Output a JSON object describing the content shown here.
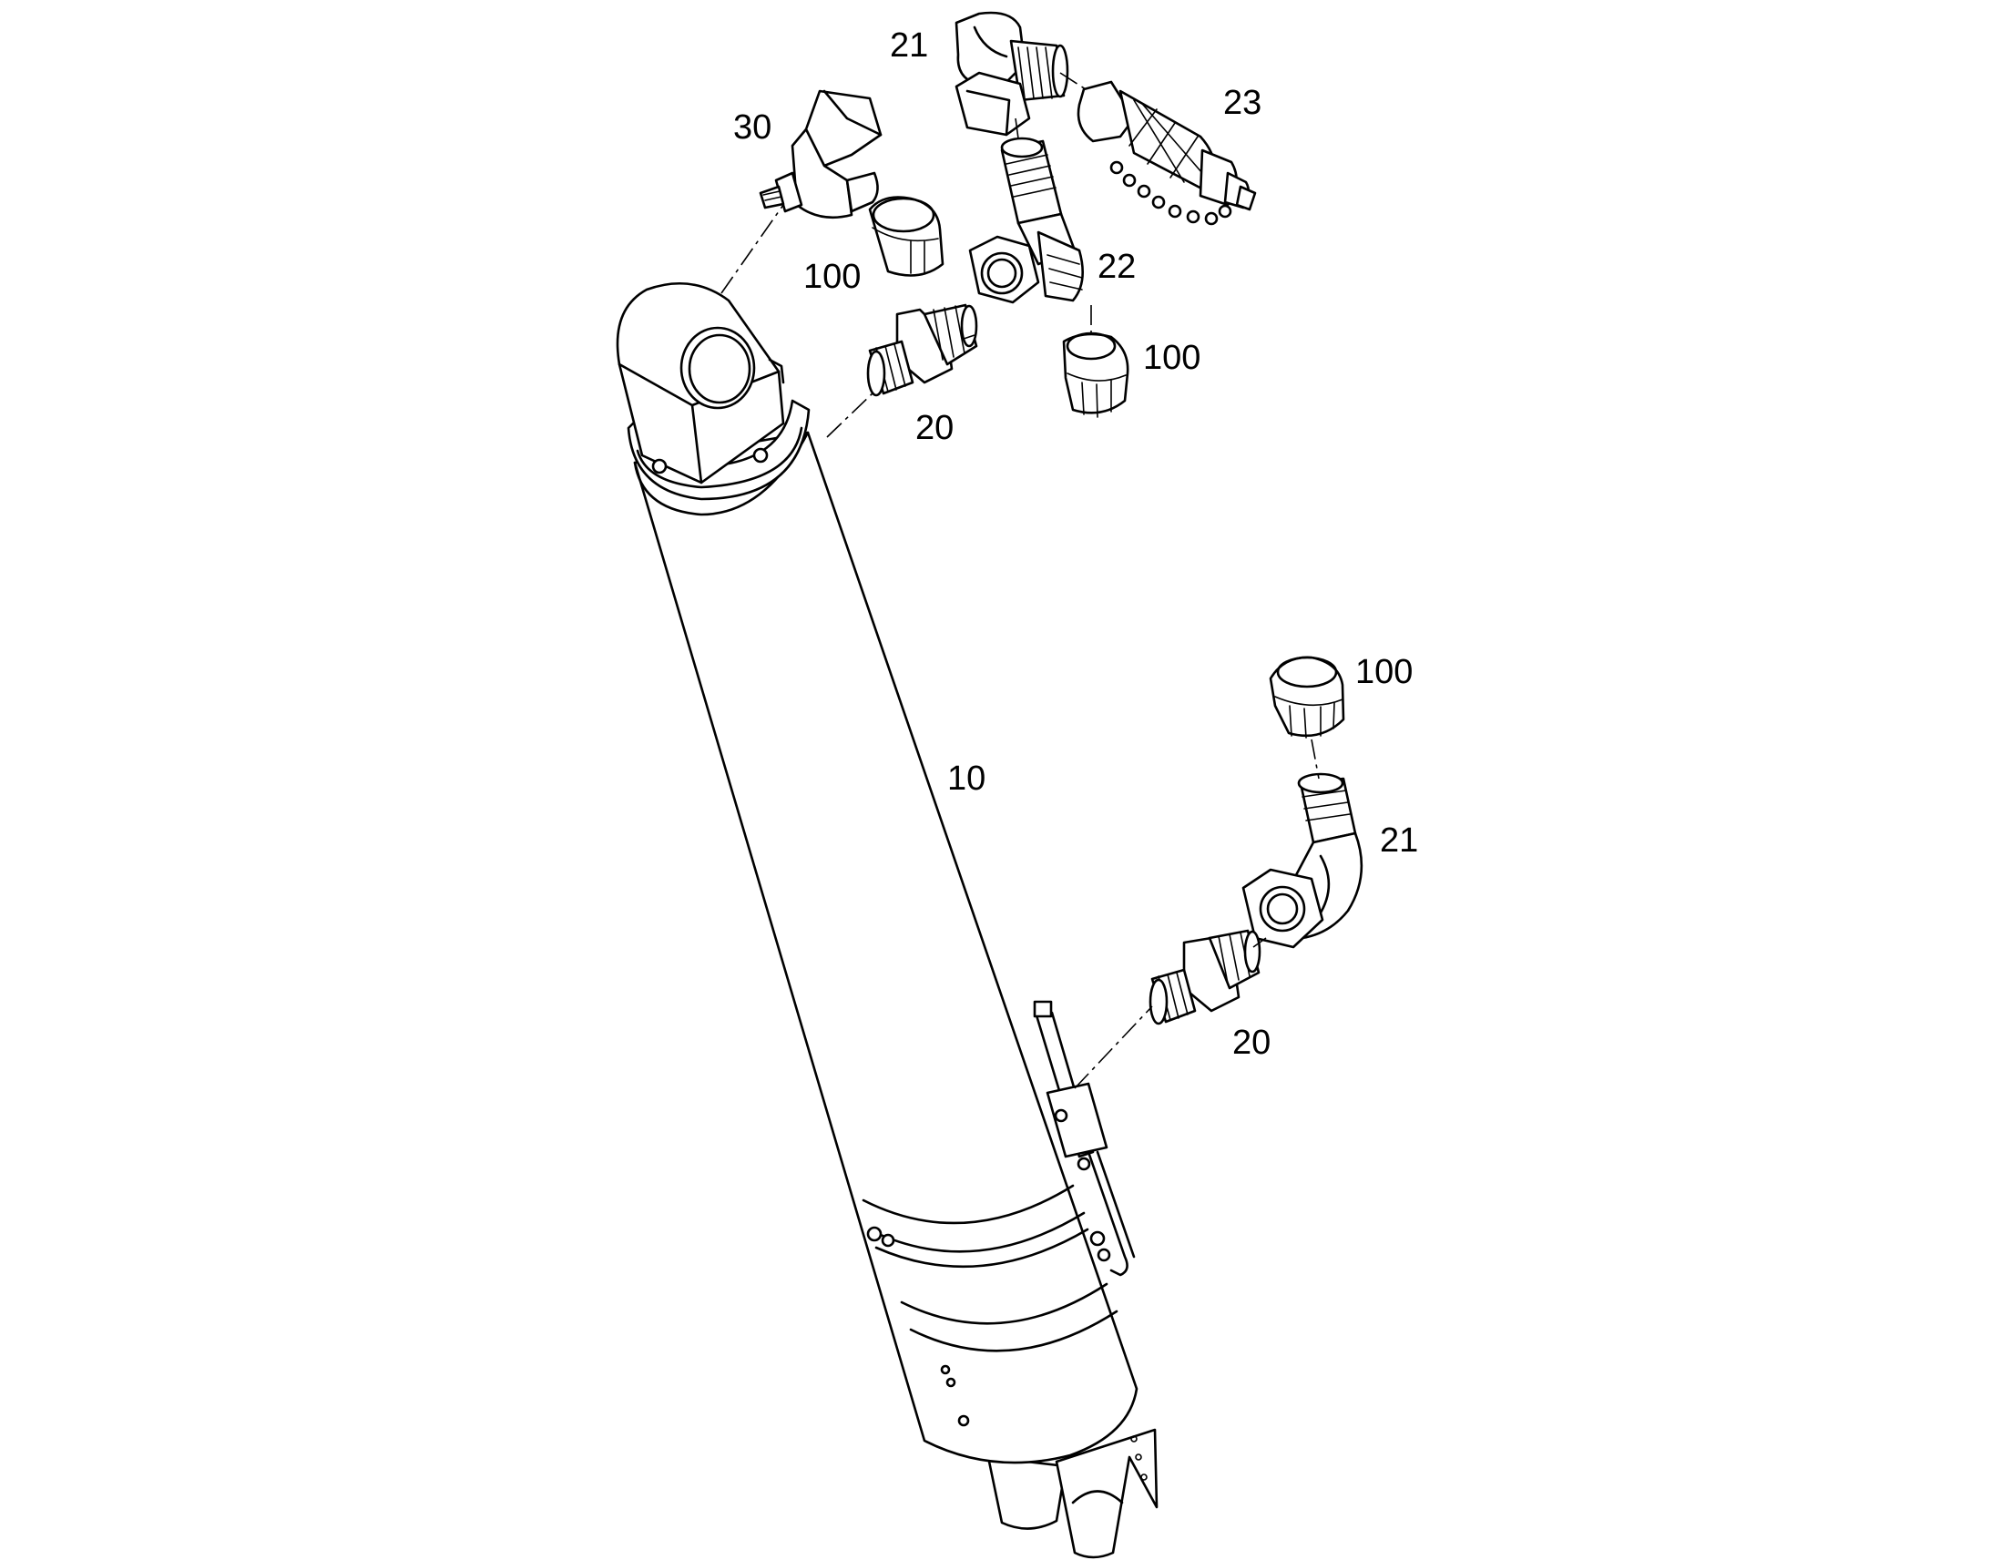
{
  "diagram": {
    "callouts": {
      "cylinder": "10",
      "adapter_top": "20",
      "adapter_bottom": "20",
      "elbow_top": "21",
      "elbow_bottom": "21",
      "tee": "22",
      "quick_coupler": "23",
      "check_valve": "30",
      "cap_valve": "100",
      "cap_tee": "100",
      "cap_bottom": "100"
    },
    "colors": {
      "line": "#000000",
      "background": "#ffffff"
    }
  }
}
